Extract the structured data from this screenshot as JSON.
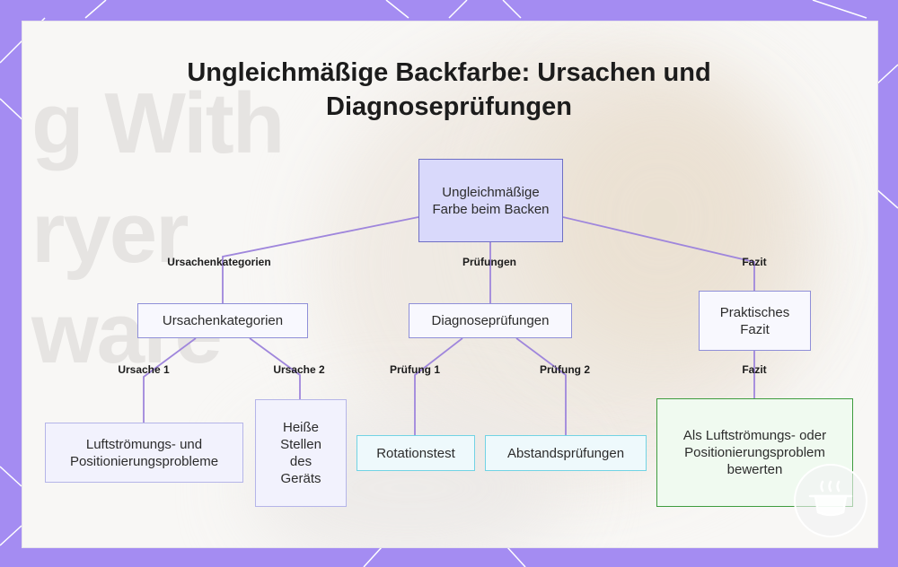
{
  "title": "Ungleichmäßige Backfarbe: Ursachen und Diagnoseprüfungen",
  "background_text": [
    "g With",
    "ryer",
    "ware"
  ],
  "nodes": {
    "root": "Ungleichmäßige Farbe beim Backen",
    "causes": "Ursachenkategorien",
    "checks": "Diagnoseprüfungen",
    "conclusion": "Praktisches Fazit",
    "airflow": "Luftströmungs- und Positionierungsprobleme",
    "hotspots": "Heiße Stellen des Geräts",
    "rotation": "Rotationstest",
    "spacing": "Abstandsprüfungen",
    "assess": "Als Luftströmungs- oder Positionierungsproblem bewerten"
  },
  "edge_labels": {
    "to_causes": "Ursachenkategorien",
    "to_checks": "Prüfungen",
    "to_conclusion": "Fazit",
    "cause1": "Ursache 1",
    "cause2": "Ursache 2",
    "check1": "Prüfung 1",
    "check2": "Prüfung 2",
    "conclusion_edge": "Fazit"
  },
  "colors": {
    "frame": "#a48cf2",
    "connector": "#9f86dc",
    "root_fill": "#d9d9fb",
    "cyan_border": "#72d3e4",
    "green_border": "#3f9c3f"
  }
}
